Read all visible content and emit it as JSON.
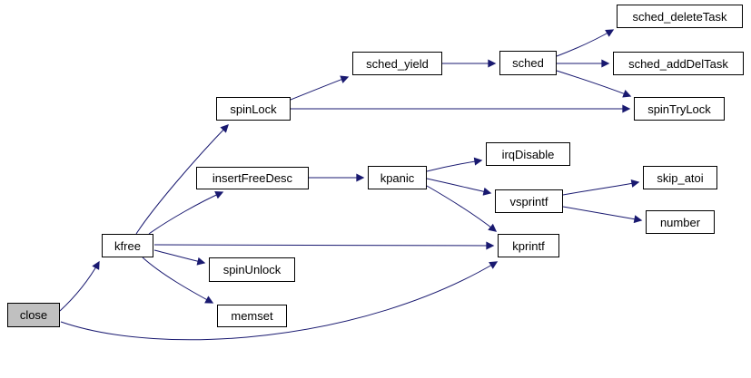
{
  "colors": {
    "edge": "#191970",
    "node_border": "#000000",
    "node_fill": "#ffffff",
    "current_node_fill": "#c0c0c0",
    "background": "#ffffff",
    "text": "#000000"
  },
  "diagram": {
    "type": "call-graph",
    "root": "close",
    "nodes": {
      "close": {
        "label": "close",
        "current": true
      },
      "kfree": {
        "label": "kfree"
      },
      "spinLock": {
        "label": "spinLock"
      },
      "sched_yield": {
        "label": "sched_yield"
      },
      "sched": {
        "label": "sched"
      },
      "sched_deleteTask": {
        "label": "sched_deleteTask"
      },
      "sched_addDelTask": {
        "label": "sched_addDelTask"
      },
      "spinTryLock": {
        "label": "spinTryLock"
      },
      "insertFreeDesc": {
        "label": "insertFreeDesc"
      },
      "kpanic": {
        "label": "kpanic"
      },
      "irqDisable": {
        "label": "irqDisable"
      },
      "vsprintf": {
        "label": "vsprintf"
      },
      "skip_atoi": {
        "label": "skip_atoi"
      },
      "number": {
        "label": "number"
      },
      "kprintf": {
        "label": "kprintf"
      },
      "spinUnlock": {
        "label": "spinUnlock"
      },
      "memset": {
        "label": "memset"
      }
    },
    "edges": [
      {
        "from": "close",
        "to": "kfree"
      },
      {
        "from": "close",
        "to": "kprintf"
      },
      {
        "from": "kfree",
        "to": "spinLock"
      },
      {
        "from": "kfree",
        "to": "insertFreeDesc"
      },
      {
        "from": "kfree",
        "to": "kprintf"
      },
      {
        "from": "kfree",
        "to": "spinUnlock"
      },
      {
        "from": "kfree",
        "to": "memset"
      },
      {
        "from": "spinLock",
        "to": "sched_yield"
      },
      {
        "from": "spinLock",
        "to": "spinTryLock"
      },
      {
        "from": "sched_yield",
        "to": "sched"
      },
      {
        "from": "sched",
        "to": "sched_deleteTask"
      },
      {
        "from": "sched",
        "to": "sched_addDelTask"
      },
      {
        "from": "sched",
        "to": "spinTryLock"
      },
      {
        "from": "insertFreeDesc",
        "to": "kpanic"
      },
      {
        "from": "kpanic",
        "to": "irqDisable"
      },
      {
        "from": "kpanic",
        "to": "vsprintf"
      },
      {
        "from": "kpanic",
        "to": "kprintf"
      },
      {
        "from": "vsprintf",
        "to": "skip_atoi"
      },
      {
        "from": "vsprintf",
        "to": "number"
      }
    ]
  }
}
